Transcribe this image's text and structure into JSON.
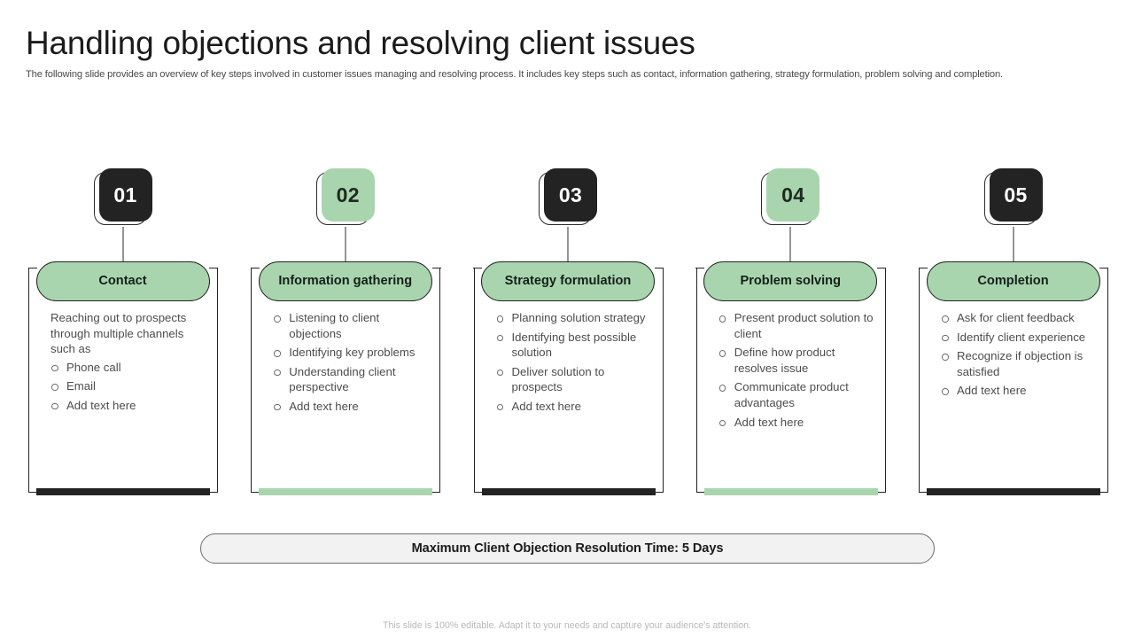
{
  "slide": {
    "title": "Handling objections and resolving client issues",
    "subtitle": "The following slide provides an overview of key steps involved in customer issues managing and resolving process. It includes key steps such as  contact, information gathering, strategy formulation, problem solving and completion.",
    "banner_text": "Maximum Client Objection Resolution Time: 5 Days",
    "footnote": "This slide is 100% editable. Adapt it to your needs and capture your audience's attention."
  },
  "theme": {
    "accent_green": "#a9d5ae",
    "dark": "#232323",
    "body_text": "#4d4d4d",
    "banner_bg": "#f2f2f2"
  },
  "steps": [
    {
      "number": "01",
      "badge_style": "dark",
      "bar_style": "dark",
      "title": "Contact",
      "intro": "Reaching out to prospects through multiple channels such as",
      "bullets": [
        "Phone  call",
        "Email",
        "Add text here"
      ]
    },
    {
      "number": "02",
      "badge_style": "green",
      "bar_style": "green",
      "title": "Information gathering",
      "intro": "",
      "bullets": [
        "Listening to client objections",
        "Identifying key problems",
        "Understanding client perspective",
        "Add text here"
      ]
    },
    {
      "number": "03",
      "badge_style": "dark",
      "bar_style": "dark",
      "title": "Strategy formulation",
      "intro": "",
      "bullets": [
        "Planning solution strategy",
        "Identifying  best possible solution",
        "Deliver solution to prospects",
        "Add text here"
      ]
    },
    {
      "number": "04",
      "badge_style": "green",
      "bar_style": "green",
      "title": "Problem solving",
      "intro": "",
      "bullets": [
        "Present product solution to client",
        "Define how product resolves issue",
        "Communicate product advantages",
        "Add text here"
      ]
    },
    {
      "number": "05",
      "badge_style": "dark",
      "bar_style": "dark",
      "title": "Completion",
      "intro": "",
      "bullets": [
        "Ask for client feedback",
        "Identify client experience",
        "Recognize if objection is satisfied",
        "Add text here"
      ]
    }
  ]
}
